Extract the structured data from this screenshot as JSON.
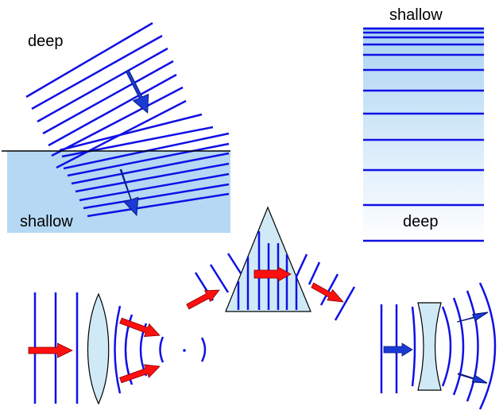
{
  "refraction_panel": {
    "label_deep": "deep",
    "label_shallow": "shallow"
  },
  "depth_gradient_panel": {
    "label_shallow": "shallow",
    "label_deep": "deep"
  },
  "colors": {
    "wavefront": "#1010e6",
    "propagation_arrow_blue": "#1a3ad6",
    "propagation_arrow_red": "#ff1010",
    "shallow_water": "#b5d9f4",
    "lens_fill": "#cfeaf6",
    "outline": "#000000"
  },
  "icons": [
    "convex-lens-icon",
    "prism-icon",
    "concave-lens-icon"
  ]
}
